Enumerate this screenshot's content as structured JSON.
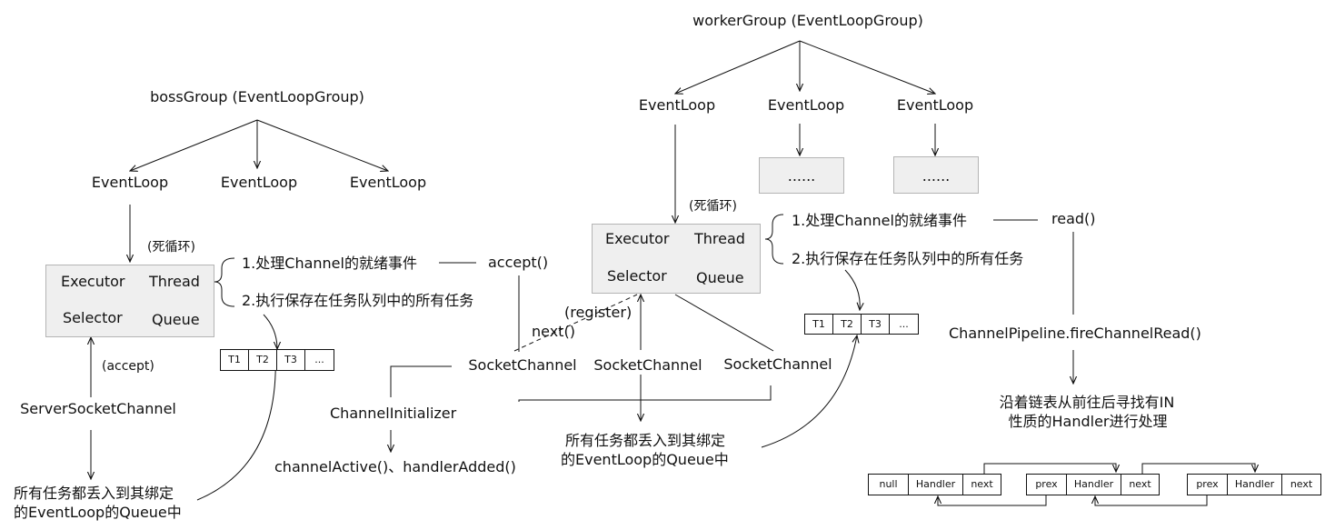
{
  "boss": {
    "group": "bossGroup (EventLoopGroup)",
    "loops": [
      "EventLoop",
      "EventLoop",
      "EventLoop"
    ],
    "dead_loop": "(死循环)",
    "executor": "Executor",
    "thread": "Thread",
    "selector": "Selector",
    "queue": "Queue",
    "step1": "1.处理Channel的就绪事件",
    "step2": "2.执行保存在任务队列中的所有任务",
    "action": "accept()",
    "tasks": [
      "T1",
      "T2",
      "T3",
      "..."
    ],
    "accept_label": "(accept)",
    "server_channel": "ServerSocketChannel",
    "note_line1": "所有任务都丢入到其绑定",
    "note_line2": "的EventLoop的Queue中"
  },
  "worker": {
    "group": "workerGroup (EventLoopGroup)",
    "loops": [
      "EventLoop",
      "EventLoop",
      "EventLoop"
    ],
    "ellipsis": [
      "......",
      "......"
    ],
    "dead_loop": "(死循环)",
    "executor": "Executor",
    "thread": "Thread",
    "selector": "Selector",
    "queue": "Queue",
    "step1": "1.处理Channel的就绪事件",
    "step2": "2.执行保存在任务队列中的所有任务",
    "action": "read()",
    "tasks": [
      "T1",
      "T2",
      "T3",
      "..."
    ],
    "register": "(register)",
    "next": "next()",
    "socket_channels": [
      "SocketChannel",
      "SocketChannel",
      "SocketChannel"
    ],
    "initializer": "ChannelInitializer",
    "callbacks": "channelActive()、handlerAdded()",
    "note_line1": "所有任务都丢入到其绑定",
    "note_line2": "的EventLoop的Queue中"
  },
  "pipeline": {
    "fire": "ChannelPipeline.fireChannelRead()",
    "desc_line1": "沿着链表从前往后寻找有IN",
    "desc_line2": "性质的Handler进行处理",
    "nodes": [
      [
        "null",
        "Handler",
        "next"
      ],
      [
        "prex",
        "Handler",
        "next"
      ],
      [
        "prex",
        "Handler",
        "next"
      ]
    ]
  }
}
